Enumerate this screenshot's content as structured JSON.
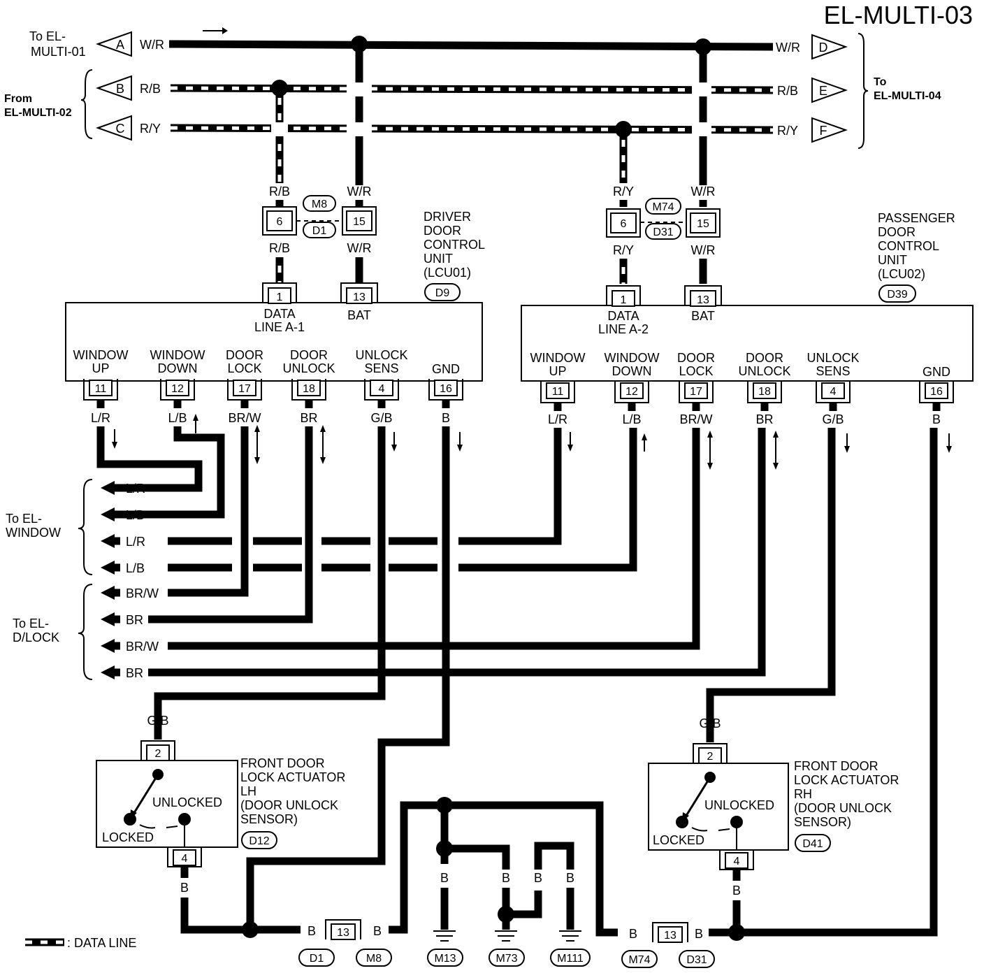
{
  "title": "EL-MULTI-03",
  "left_refs": {
    "to_multi01": [
      "To EL-",
      "MULTI-01"
    ],
    "from_multi02": [
      "From",
      "EL-MULTI-02"
    ]
  },
  "right_ref": [
    "To",
    "EL-MULTI-04"
  ],
  "connectors_letters": [
    "A",
    "B",
    "C",
    "D",
    "E",
    "F"
  ],
  "bus_wires": [
    "W/R",
    "R/B",
    "R/Y"
  ],
  "driver_unit": {
    "name_lines": [
      "DRIVER",
      "DOOR",
      "CONTROL",
      "UNIT",
      "(LCU01)"
    ],
    "connector": "D9",
    "top_pins": [
      {
        "pin": "1",
        "label_lines": [
          "DATA",
          "LINE A-1"
        ]
      },
      {
        "pin": "13",
        "label_lines": [
          "BAT"
        ]
      }
    ],
    "bottom_pins": [
      {
        "pin": "11",
        "label_lines": [
          "WINDOW",
          "UP"
        ],
        "wire": "L/R"
      },
      {
        "pin": "12",
        "label_lines": [
          "WINDOW",
          "DOWN"
        ],
        "wire": "L/B"
      },
      {
        "pin": "17",
        "label_lines": [
          "DOOR",
          "LOCK"
        ],
        "wire": "BR/W"
      },
      {
        "pin": "18",
        "label_lines": [
          "DOOR",
          "UNLOCK"
        ],
        "wire": "BR"
      },
      {
        "pin": "4",
        "label_lines": [
          "UNLOCK",
          "SENS"
        ],
        "wire": "G/B"
      },
      {
        "pin": "16",
        "label_lines": [
          "GND"
        ],
        "wire": "B"
      }
    ],
    "joint": {
      "pins": [
        "6",
        "15"
      ],
      "connectors": [
        "M8",
        "D1"
      ],
      "wires_top": [
        "R/B",
        "W/R"
      ],
      "wires_bottom": [
        "R/B",
        "W/R"
      ]
    }
  },
  "passenger_unit": {
    "name_lines": [
      "PASSENGER",
      "DOOR",
      "CONTROL",
      "UNIT",
      "(LCU02)"
    ],
    "connector": "D39",
    "top_pins": [
      {
        "pin": "1",
        "label_lines": [
          "DATA",
          "LINE A-2"
        ]
      },
      {
        "pin": "13",
        "label_lines": [
          "BAT"
        ]
      }
    ],
    "bottom_pins": [
      {
        "pin": "11",
        "label_lines": [
          "WINDOW",
          "UP"
        ],
        "wire": "L/R"
      },
      {
        "pin": "12",
        "label_lines": [
          "WINDOW",
          "DOWN"
        ],
        "wire": "L/B"
      },
      {
        "pin": "17",
        "label_lines": [
          "DOOR",
          "LOCK"
        ],
        "wire": "BR/W"
      },
      {
        "pin": "18",
        "label_lines": [
          "DOOR",
          "UNLOCK"
        ],
        "wire": "BR"
      },
      {
        "pin": "4",
        "label_lines": [
          "UNLOCK",
          "SENS"
        ],
        "wire": "G/B"
      },
      {
        "pin": "16",
        "label_lines": [
          "GND"
        ],
        "wire": "B"
      }
    ],
    "joint": {
      "pins": [
        "6",
        "15"
      ],
      "connectors": [
        "M74",
        "D31"
      ],
      "wires_top": [
        "R/Y",
        "W/R"
      ],
      "wires_bottom": [
        "R/Y",
        "W/R"
      ]
    }
  },
  "to_window": {
    "label": [
      "To EL-",
      "WINDOW"
    ],
    "wires": [
      "L/R",
      "L/B",
      "L/R",
      "L/B"
    ]
  },
  "to_dlock": {
    "label": [
      "To EL-",
      "D/LOCK"
    ],
    "wires": [
      "BR/W",
      "BR",
      "BR/W",
      "BR"
    ]
  },
  "actuator_lh": {
    "name_lines": [
      "FRONT DOOR",
      "LOCK ACTUATOR",
      "LH",
      "(DOOR UNLOCK",
      "SENSOR)"
    ],
    "connector": "D12",
    "pin_top": "2",
    "pin_bottom": "4",
    "wire_top": "G/B",
    "wire_bottom": "B",
    "unlocked": "UNLOCKED",
    "locked": "LOCKED"
  },
  "actuator_rh": {
    "name_lines": [
      "FRONT DOOR",
      "LOCK ACTUATOR",
      "RH",
      "(DOOR UNLOCK",
      "SENSOR)"
    ],
    "connector": "D41",
    "pin_top": "2",
    "pin_bottom": "4",
    "wire_top": "G/B",
    "wire_bottom": "B",
    "unlocked": "UNLOCKED",
    "locked": "LOCKED"
  },
  "ground": {
    "wire": "B",
    "connector_pin": "13",
    "left_pair": [
      "D1",
      "M8"
    ],
    "right_pair": [
      "M74",
      "D31"
    ],
    "grounds": [
      "M13",
      "M73",
      "M111"
    ]
  },
  "legend": ": DATA LINE"
}
